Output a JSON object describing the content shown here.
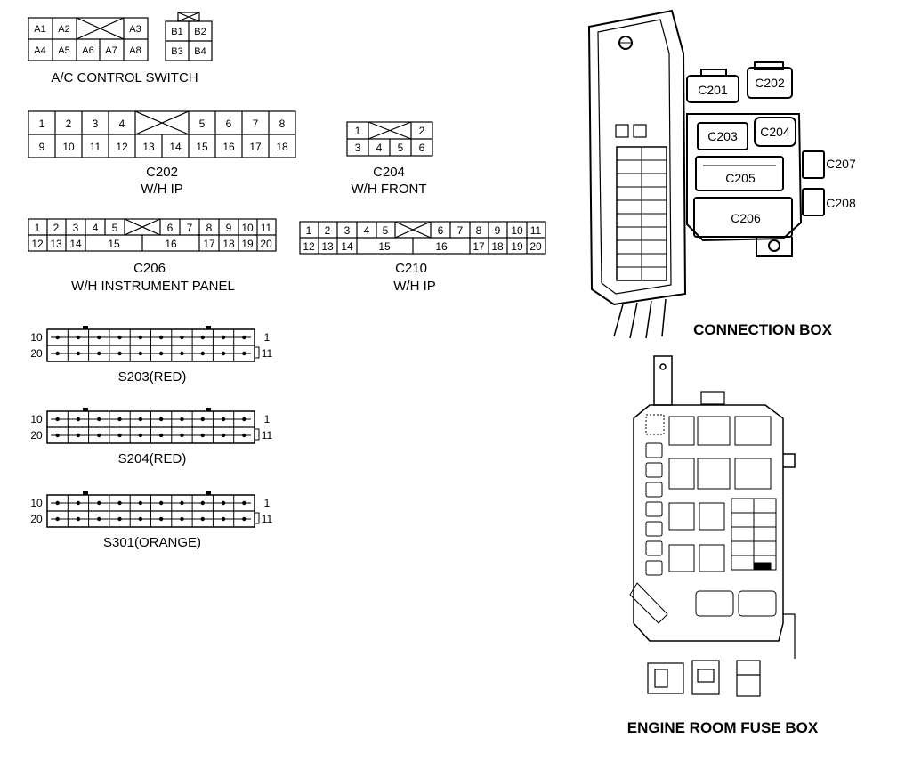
{
  "connectors": {
    "ac_switch": {
      "title": "A/C CONTROL SWITCH",
      "a_top": [
        "A1",
        "A2",
        "A3"
      ],
      "a_bottom": [
        "A4",
        "A5",
        "A6",
        "A7",
        "A8"
      ],
      "b_top": [
        "B1",
        "B2"
      ],
      "b_bottom": [
        "B3",
        "B4"
      ]
    },
    "c202": {
      "name": "C202",
      "desc": "W/H IP",
      "top": [
        "1",
        "2",
        "3",
        "4",
        "5",
        "6",
        "7",
        "8"
      ],
      "bottom": [
        "9",
        "10",
        "11",
        "12",
        "13",
        "14",
        "15",
        "16",
        "17",
        "18"
      ]
    },
    "c204": {
      "name": "C204",
      "desc": "W/H FRONT",
      "top": [
        "1",
        "2"
      ],
      "bottom": [
        "3",
        "4",
        "5",
        "6"
      ]
    },
    "c206": {
      "name": "C206",
      "desc": "W/H INSTRUMENT PANEL",
      "top": [
        "1",
        "2",
        "3",
        "4",
        "5",
        "6",
        "7",
        "8",
        "9",
        "10",
        "11"
      ],
      "bottom": [
        "12",
        "13",
        "14",
        "15",
        "16",
        "17",
        "18",
        "19",
        "20"
      ]
    },
    "c210": {
      "name": "C210",
      "desc": "W/H IP",
      "top": [
        "1",
        "2",
        "3",
        "4",
        "5",
        "6",
        "7",
        "8",
        "9",
        "10",
        "11"
      ],
      "bottom": [
        "12",
        "13",
        "14",
        "15",
        "16",
        "17",
        "18",
        "19",
        "20"
      ]
    }
  },
  "splices": [
    {
      "name": "S203(RED)",
      "pin_top_left": "10",
      "pin_top_right": "1",
      "pin_bottom_left": "20",
      "pin_bottom_right": "11"
    },
    {
      "name": "S204(RED)",
      "pin_top_left": "10",
      "pin_top_right": "1",
      "pin_bottom_left": "20",
      "pin_bottom_right": "11"
    },
    {
      "name": "S301(ORANGE)",
      "pin_top_left": "10",
      "pin_top_right": "1",
      "pin_bottom_left": "20",
      "pin_bottom_right": "11"
    }
  ],
  "connection_box": {
    "title": "CONNECTION BOX",
    "labels": [
      "C201",
      "C202",
      "C203",
      "C204",
      "C205",
      "C206",
      "C207",
      "C208"
    ]
  },
  "engine_room": {
    "title": "ENGINE ROOM FUSE BOX"
  }
}
